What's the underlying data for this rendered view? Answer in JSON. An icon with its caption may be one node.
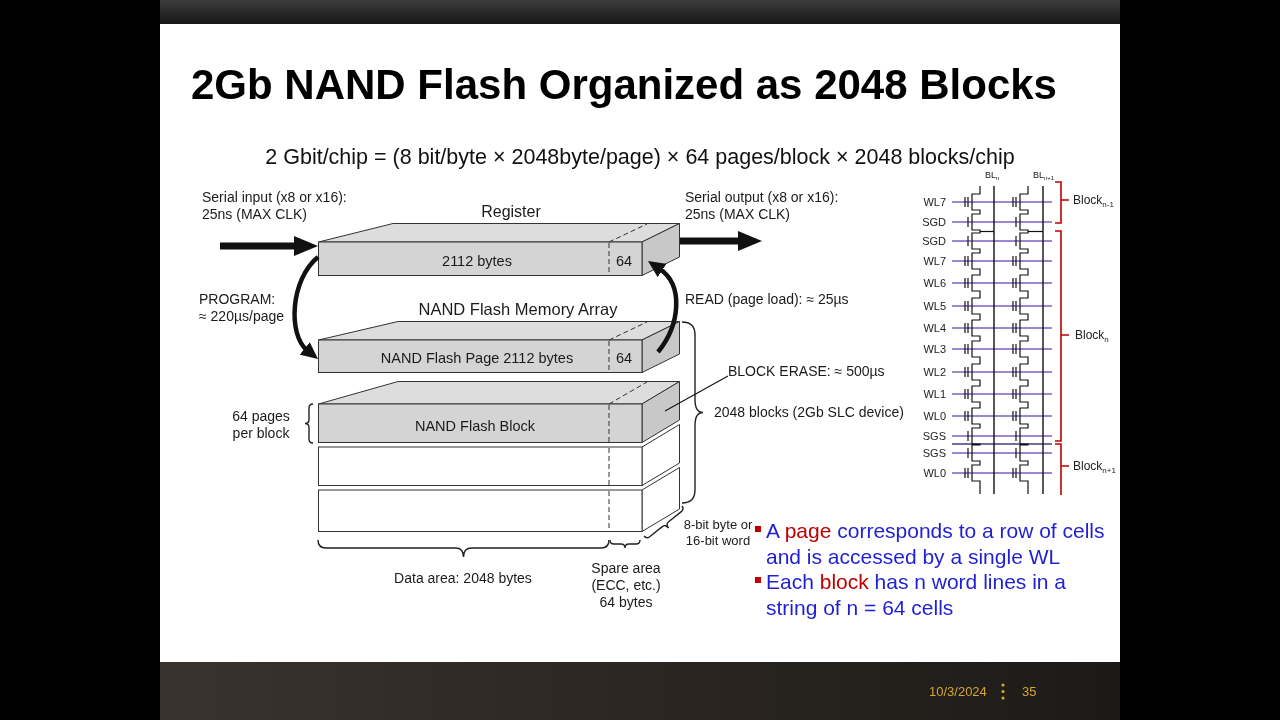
{
  "diagram": {
    "title": "2Gb NAND Flash Organized as 2048 Blocks",
    "nodes": [
      {
        "text": [
          "Register",
          "2112 bytes",
          "64"
        ]
      },
      {
        "text": [
          "NAND Flash Page 2112 bytes",
          "64"
        ]
      },
      {
        "text": [
          "NAND Flash Block"
        ]
      },
      {
        "text": [],
        "shape": "box"
      },
      {
        "text": [],
        "shape": "box"
      },
      {
        "text": [
          "BLOCK ERASE: ≈ 500µs"
        ]
      }
    ],
    "edges": [
      {
        "from": null,
        "to": 0,
        "arrow": "to",
        "label": "Serial input (x8 or x16): 25ns (MAX CLK)"
      },
      {
        "from": 0,
        "to": null,
        "arrow": "to",
        "label": "Serial output (x8 or x16): 25ns (MAX CLK)"
      },
      {
        "from": 0,
        "to": 1,
        "arrow": "to",
        "label": "PROGRAM: ≈ 220µs/page"
      },
      {
        "from": 1,
        "to": 0,
        "arrow": "to",
        "label": "READ (page load): ≈ 25µs"
      },
      {
        "from": 5,
        "to": 2,
        "arrow": "none"
      }
    ],
    "labels": [
      "2 Gbit/chip = (8 bit/byte × 2048byte/page) × 64 pages/block × 2048 blocks/chip",
      "BL$_{n}$",
      "BL$_{n+1}$",
      "WL7",
      "Block$_{n-1}$",
      "SGD",
      "SGD",
      "WL7",
      "WL6",
      "WL5",
      "WL4",
      "Block$_{n}$",
      "WL3",
      "WL2",
      "WL1",
      "WL0",
      "SGS",
      "SGS",
      "Block$_{n+1}$",
      "WL0",
      "NAND Flash Memory Array",
      "2048 blocks (2Gb SLC device)",
      "64 pages per block",
      "8-bit byte or 16-bit word",
      "Data area: 2048 bytes",
      "Spare area (ECC, etc.) 64 bytes",
      "A **page** corresponds to a row of cells and is accessed by a single WL",
      "Each **block** has n word lines in a string of n = 64 cells",
      "10/3/2024",
      "35"
    ]
  }
}
